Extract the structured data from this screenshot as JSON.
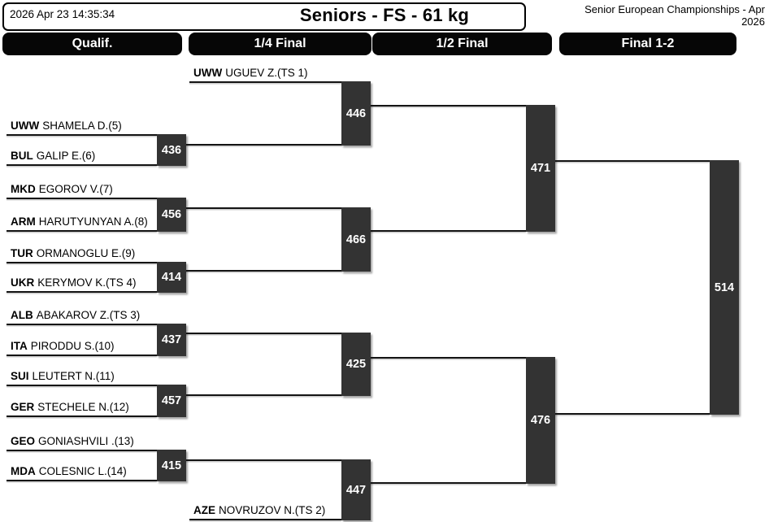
{
  "header": {
    "timestamp": "2026 Apr 23 14:35:34",
    "title": "Seniors - FS - 61 kg",
    "event_line1": "Senior European Championships - Apr",
    "event_line2": "2026"
  },
  "columns": [
    "Qualif.",
    "1/4 Final",
    "1/2 Final",
    "Final 1-2"
  ],
  "colors": {
    "column_bar": "#060606",
    "match_box": "#333333",
    "match_number_text": "#ffffff",
    "line": "#141414"
  },
  "bracket": {
    "athletes": [
      {
        "country": "UWW",
        "name": "UGUEV Z.(TS 1)"
      },
      {
        "country": "UWW",
        "name": "SHAMELA D.(5)"
      },
      {
        "country": "BUL",
        "name": "GALIP E.(6)"
      },
      {
        "country": "MKD",
        "name": "EGOROV V.(7)"
      },
      {
        "country": "ARM",
        "name": "HARUTYUNYAN A.(8)"
      },
      {
        "country": "TUR",
        "name": "ORMANOGLU E.(9)"
      },
      {
        "country": "UKR",
        "name": "KERYMOV K.(TS 4)"
      },
      {
        "country": "ALB",
        "name": "ABAKAROV Z.(TS 3)"
      },
      {
        "country": "ITA",
        "name": "PIRODDU S.(10)"
      },
      {
        "country": "SUI",
        "name": "LEUTERT N.(11)"
      },
      {
        "country": "GER",
        "name": "STECHELE N.(12)"
      },
      {
        "country": "GEO",
        "name": "GONIASHVILI .(13)"
      },
      {
        "country": "MDA",
        "name": "COLESNIC L.(14)"
      },
      {
        "country": "AZE",
        "name": "NOVRUZOV N.(TS 2)"
      }
    ],
    "matches": {
      "qualification": [
        "436",
        "456",
        "414",
        "437",
        "457",
        "415"
      ],
      "quarterfinal": [
        "446",
        "466",
        "425",
        "447"
      ],
      "semifinal": [
        "471",
        "476"
      ],
      "final": [
        "514"
      ]
    }
  }
}
